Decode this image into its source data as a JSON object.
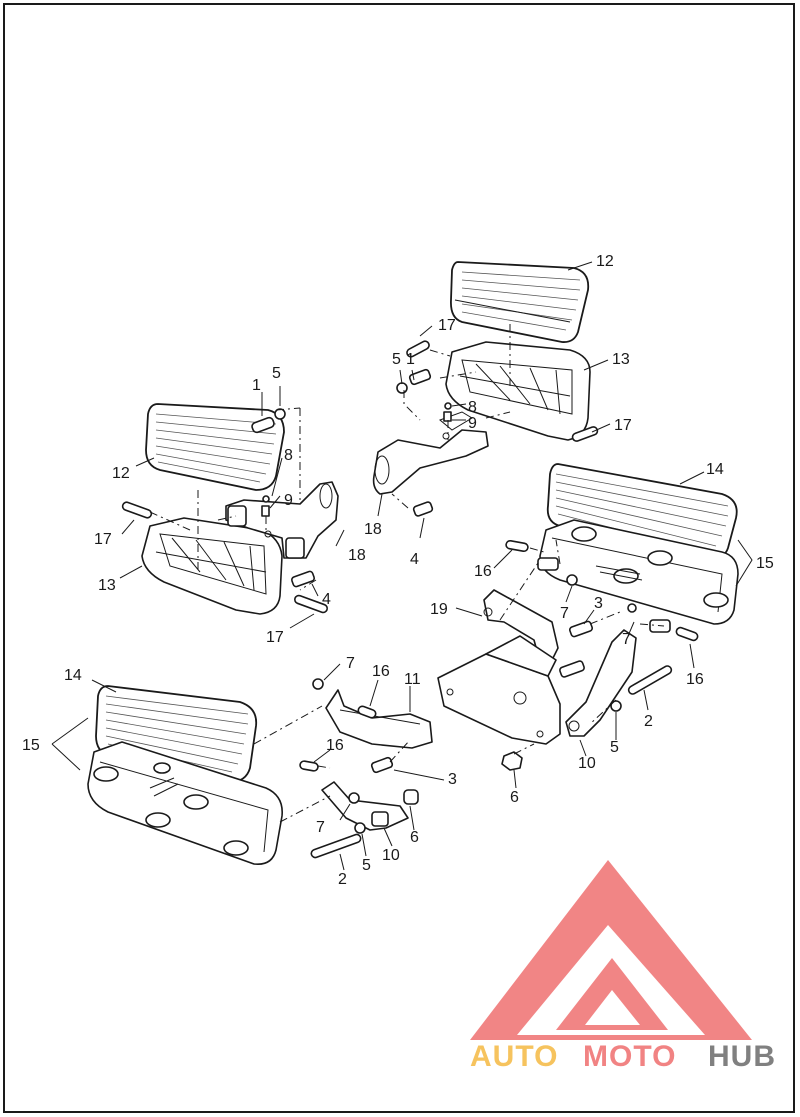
{
  "callouts": [
    {
      "id": "c1-left",
      "text": "1"
    },
    {
      "id": "c5-left",
      "text": "5"
    },
    {
      "id": "c8-left",
      "text": "8"
    },
    {
      "id": "c9-left",
      "text": "9"
    },
    {
      "id": "c12-left",
      "text": "12"
    },
    {
      "id": "c17-left-top",
      "text": "17"
    },
    {
      "id": "c13-left",
      "text": "13"
    },
    {
      "id": "c18-left",
      "text": "18"
    },
    {
      "id": "c4-left",
      "text": "4"
    },
    {
      "id": "c17-left-bottom",
      "text": "17"
    },
    {
      "id": "c12-right",
      "text": "12"
    },
    {
      "id": "c17-right-top",
      "text": "17"
    },
    {
      "id": "c5-right",
      "text": "5"
    },
    {
      "id": "c1-right",
      "text": "1"
    },
    {
      "id": "c13-right",
      "text": "13"
    },
    {
      "id": "c8-right",
      "text": "8"
    },
    {
      "id": "c9-right",
      "text": "9"
    },
    {
      "id": "c17-right-mid",
      "text": "17"
    },
    {
      "id": "c18-right",
      "text": "18"
    },
    {
      "id": "c4-right",
      "text": "4"
    },
    {
      "id": "c14-right",
      "text": "14"
    },
    {
      "id": "c15-right",
      "text": "15"
    },
    {
      "id": "c16-right-top",
      "text": "16"
    },
    {
      "id": "c19",
      "text": "19"
    },
    {
      "id": "c7-right-a",
      "text": "7"
    },
    {
      "id": "c3-right",
      "text": "3"
    },
    {
      "id": "c7-right-b",
      "text": "7"
    },
    {
      "id": "c16-right-bottom",
      "text": "16"
    },
    {
      "id": "c2-right",
      "text": "2"
    },
    {
      "id": "c5-right-bottom",
      "text": "5"
    },
    {
      "id": "c10-right",
      "text": "10"
    },
    {
      "id": "c6-right",
      "text": "6"
    },
    {
      "id": "c14-left",
      "text": "14"
    },
    {
      "id": "c15-left",
      "text": "15"
    },
    {
      "id": "c7-left",
      "text": "7"
    },
    {
      "id": "c16-left-top",
      "text": "16"
    },
    {
      "id": "c11",
      "text": "11"
    },
    {
      "id": "c16-left-mid",
      "text": "16"
    },
    {
      "id": "c3-left",
      "text": "3"
    },
    {
      "id": "c7-left-b",
      "text": "7"
    },
    {
      "id": "c6-left",
      "text": "6"
    },
    {
      "id": "c10-left",
      "text": "10"
    },
    {
      "id": "c5-left-bottom",
      "text": "5"
    },
    {
      "id": "c2-left",
      "text": "2"
    }
  ],
  "watermark": {
    "part1": "AUTO",
    "part2": "MOTO",
    "part3": "HUB",
    "color1": "#f5b942",
    "color2": "#ef6e6e",
    "color3": "#6b6b6b",
    "triangle_color": "#ef7070"
  }
}
